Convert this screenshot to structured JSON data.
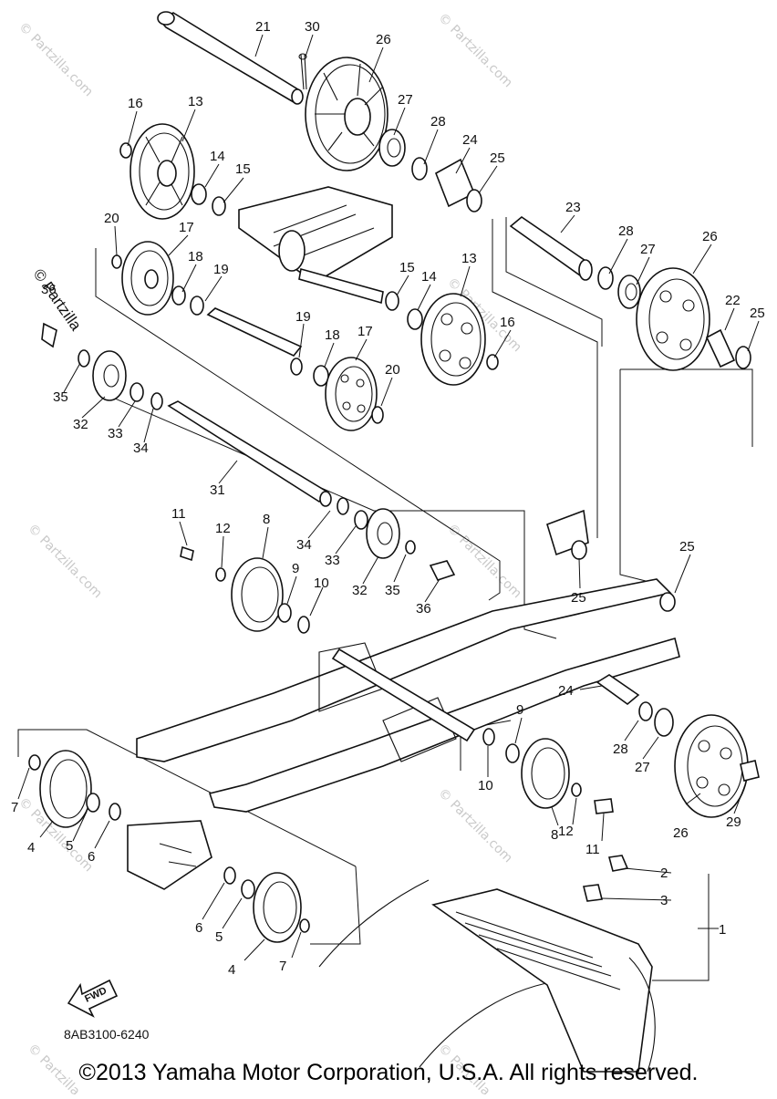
{
  "diagram": {
    "code": "8AB3100-6240",
    "copyright": "©2013 Yamaha Motor Corporation, U.S.A. All rights reserved.",
    "direction_label": "FWD",
    "watermark": "© Partzilla.com",
    "watermark_vertical": "© Partzilla"
  },
  "callouts": [
    {
      "id": "c21",
      "text": "21"
    },
    {
      "id": "c30",
      "text": "30"
    },
    {
      "id": "c26a",
      "text": "26"
    },
    {
      "id": "c16a",
      "text": "16"
    },
    {
      "id": "c13a",
      "text": "13"
    },
    {
      "id": "c27a",
      "text": "27"
    },
    {
      "id": "c28a",
      "text": "28"
    },
    {
      "id": "c24a",
      "text": "24"
    },
    {
      "id": "c25a",
      "text": "25"
    },
    {
      "id": "c14a",
      "text": "14"
    },
    {
      "id": "c15a",
      "text": "15"
    },
    {
      "id": "c20a",
      "text": "20"
    },
    {
      "id": "c17a",
      "text": "17"
    },
    {
      "id": "c18a",
      "text": "18"
    },
    {
      "id": "c19a",
      "text": "19"
    },
    {
      "id": "c23",
      "text": "23"
    },
    {
      "id": "c28b",
      "text": "28"
    },
    {
      "id": "c27b",
      "text": "27"
    },
    {
      "id": "c26b",
      "text": "26"
    },
    {
      "id": "c22",
      "text": "22"
    },
    {
      "id": "c25b",
      "text": "25"
    },
    {
      "id": "c36a",
      "text": "36"
    },
    {
      "id": "c15b",
      "text": "15"
    },
    {
      "id": "c14b",
      "text": "14"
    },
    {
      "id": "c13b",
      "text": "13"
    },
    {
      "id": "c16b",
      "text": "16"
    },
    {
      "id": "c19b",
      "text": "19"
    },
    {
      "id": "c18b",
      "text": "18"
    },
    {
      "id": "c17b",
      "text": "17"
    },
    {
      "id": "c20b",
      "text": "20"
    },
    {
      "id": "c35a",
      "text": "35"
    },
    {
      "id": "c32a",
      "text": "32"
    },
    {
      "id": "c33a",
      "text": "33"
    },
    {
      "id": "c34a",
      "text": "34"
    },
    {
      "id": "c31",
      "text": "31"
    },
    {
      "id": "c11a",
      "text": "11"
    },
    {
      "id": "c12a",
      "text": "12"
    },
    {
      "id": "c8a",
      "text": "8"
    },
    {
      "id": "c34b",
      "text": "34"
    },
    {
      "id": "c33b",
      "text": "33"
    },
    {
      "id": "c32b",
      "text": "32"
    },
    {
      "id": "c35b",
      "text": "35"
    },
    {
      "id": "c36b",
      "text": "36"
    },
    {
      "id": "c9a",
      "text": "9"
    },
    {
      "id": "c10a",
      "text": "10"
    },
    {
      "id": "c25c",
      "text": "25"
    },
    {
      "id": "c25d",
      "text": "25"
    },
    {
      "id": "c24b",
      "text": "24"
    },
    {
      "id": "c9b",
      "text": "9"
    },
    {
      "id": "c28c",
      "text": "28"
    },
    {
      "id": "c27c",
      "text": "27"
    },
    {
      "id": "c10b",
      "text": "10"
    },
    {
      "id": "c8b",
      "text": "8"
    },
    {
      "id": "c12b",
      "text": "12"
    },
    {
      "id": "c11b",
      "text": "11"
    },
    {
      "id": "c26c",
      "text": "26"
    },
    {
      "id": "c29",
      "text": "29"
    },
    {
      "id": "c7a",
      "text": "7"
    },
    {
      "id": "c4a",
      "text": "4"
    },
    {
      "id": "c5a",
      "text": "5"
    },
    {
      "id": "c6a",
      "text": "6"
    },
    {
      "id": "c6b",
      "text": "6"
    },
    {
      "id": "c5b",
      "text": "5"
    },
    {
      "id": "c4b",
      "text": "4"
    },
    {
      "id": "c7b",
      "text": "7"
    },
    {
      "id": "c2",
      "text": "2"
    },
    {
      "id": "c3",
      "text": "3"
    },
    {
      "id": "c1",
      "text": "1"
    }
  ]
}
